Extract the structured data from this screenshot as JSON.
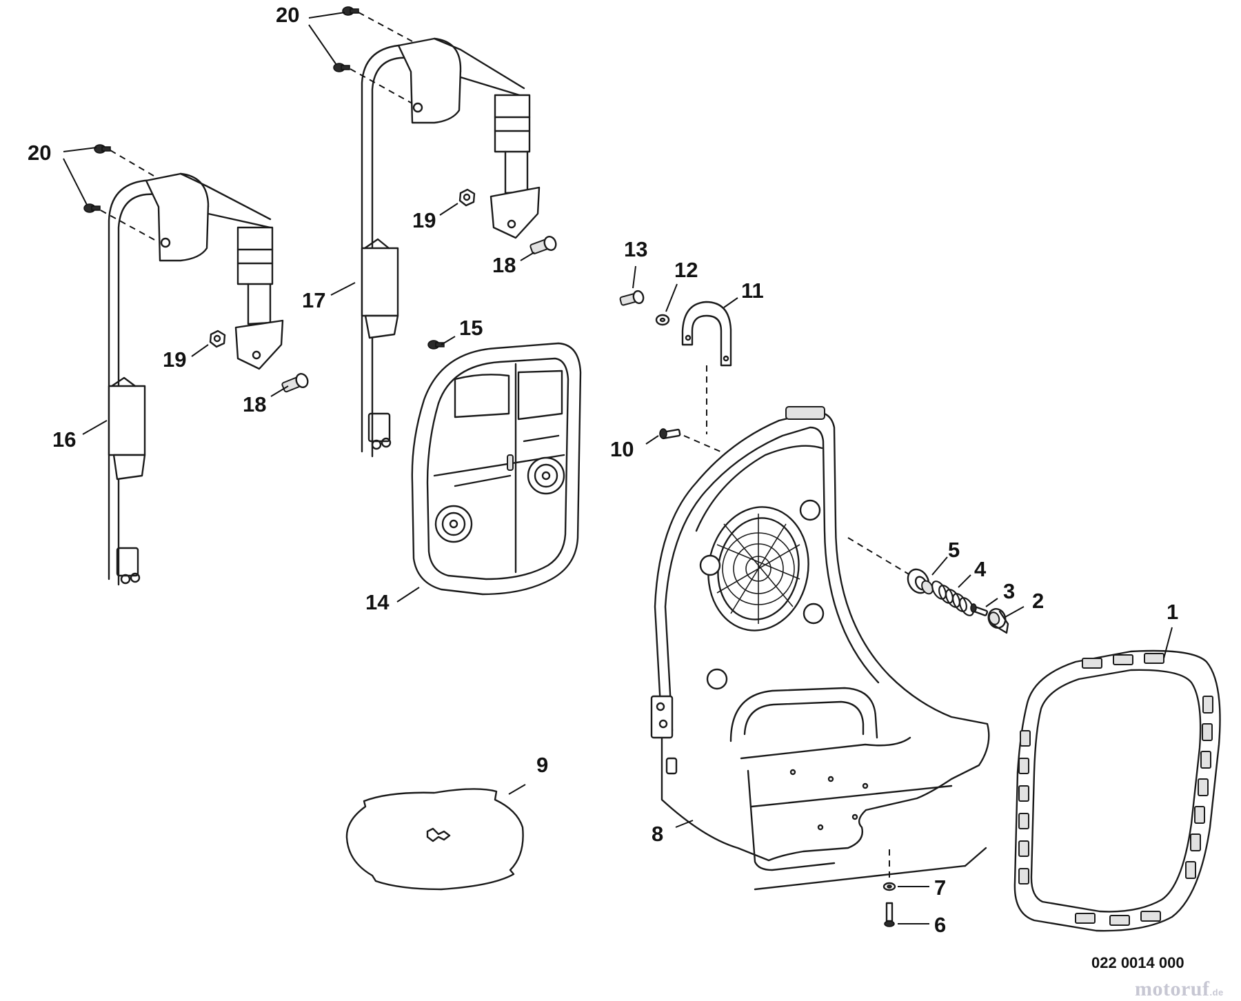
{
  "drawing_code": "022 0014 000",
  "watermark": {
    "text": "motoruf",
    "tld": ".de"
  },
  "callouts": {
    "c1": "1",
    "c2": "2",
    "c3": "3",
    "c4": "4",
    "c5": "5",
    "c6": "6",
    "c7": "7",
    "c8": "8",
    "c9": "9",
    "c10": "10",
    "c11": "11",
    "c12": "12",
    "c13": "13",
    "c14": "14",
    "c15": "15",
    "c16": "16",
    "c17": "17",
    "c18a": "18",
    "c18b": "18",
    "c19a": "19",
    "c19b": "19",
    "c20a": "20",
    "c20b": "20"
  },
  "colors": {
    "line": "#1a1a1a",
    "shade": "#e2e2e2",
    "background": "#ffffff"
  }
}
